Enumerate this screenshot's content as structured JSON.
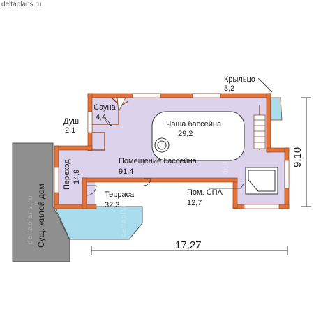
{
  "site": "deltaplans.ru",
  "watermark": "deltaplans.ru",
  "rooms": {
    "porch": {
      "name": "Крыльцо",
      "area": "3,2"
    },
    "sauna": {
      "name": "Сауна",
      "area": "4,4"
    },
    "shower": {
      "name": "Душ",
      "area": "2,1"
    },
    "bowl": {
      "name": "Чаша бассейна",
      "area": "29,2"
    },
    "hall": {
      "name": "Помещение бассейна",
      "area": "91,4"
    },
    "passage": {
      "name": "Переход",
      "area": "14,9"
    },
    "terrace": {
      "name": "Терраса",
      "area": "32,3"
    },
    "spa": {
      "name": "Пом. СПА",
      "area": "12,7"
    },
    "existing": {
      "name": "Сущ. жилой дом"
    }
  },
  "dimensions": {
    "width": "17,27",
    "depth": "9,10"
  },
  "colors": {
    "room_fill": "#dcd2ec",
    "bowl_fill": "#ffffff",
    "wall": "#e2733a",
    "wall_line": "#8a3b12",
    "terrace_fill": "#a9dced",
    "existing_fill": "#8f8f8f"
  }
}
